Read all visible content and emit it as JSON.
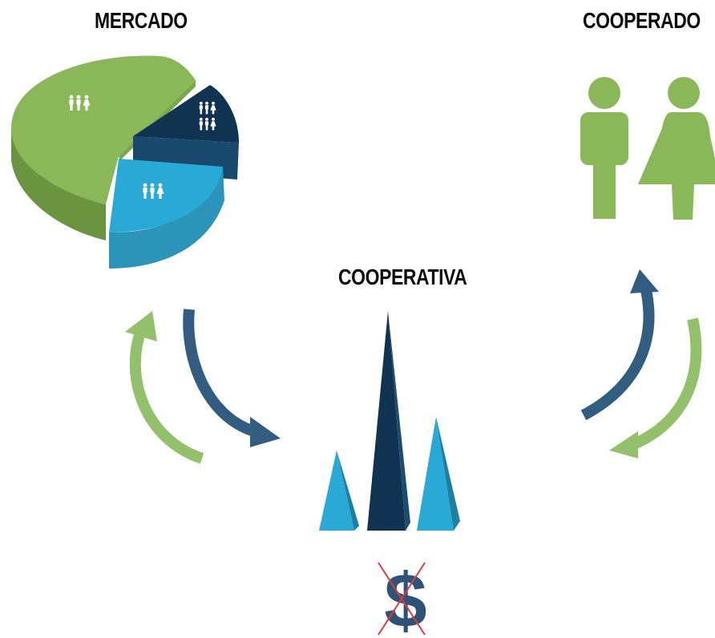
{
  "labels": {
    "mercado": "MERCADO",
    "cooperado": "COOPERADO",
    "cooperativa": "COOPERATIVA"
  },
  "icons": {
    "pie": "pie-chart-with-people-icon",
    "people": "man-and-woman-icon",
    "cones": "three-cones-icon",
    "money": "crossed-dollar-icon"
  },
  "colors": {
    "green": "#8ab858",
    "green_dark": "#6a9440",
    "navy": "#0f3350",
    "navy_side": "#194a6e",
    "blue": "#29a9d6",
    "blue_side": "#2b94b8",
    "arrow_blue": "#325c80",
    "arrow_green": "#93c06a",
    "cross_red": "#e03a3a"
  }
}
